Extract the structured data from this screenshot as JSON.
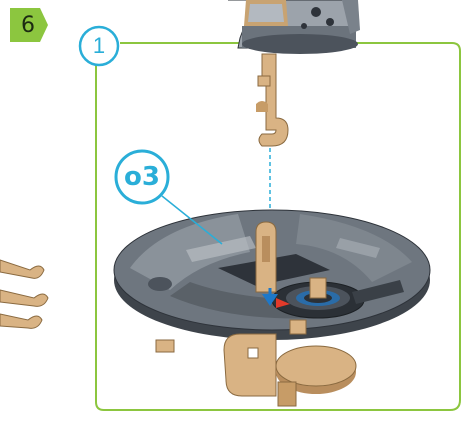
{
  "step": {
    "number": "6"
  },
  "sub_step": {
    "number": "1"
  },
  "part_label": {
    "text": "o3"
  },
  "colors": {
    "step_badge": "#8cc63f",
    "frame_border": "#8cc63f",
    "callout": "#2aaed8",
    "wood": "#d9b384",
    "wood_dark": "#b98e5e",
    "gray_plate": "#5d6570",
    "gray_plate_light": "#9ca3ab",
    "arrow_blue": "#1d78c9",
    "arrow_red": "#e23a2a"
  },
  "icons": [
    "step-badge-shape",
    "sub-step-circle",
    "part-callout-circle",
    "insert-direction-arrow"
  ]
}
